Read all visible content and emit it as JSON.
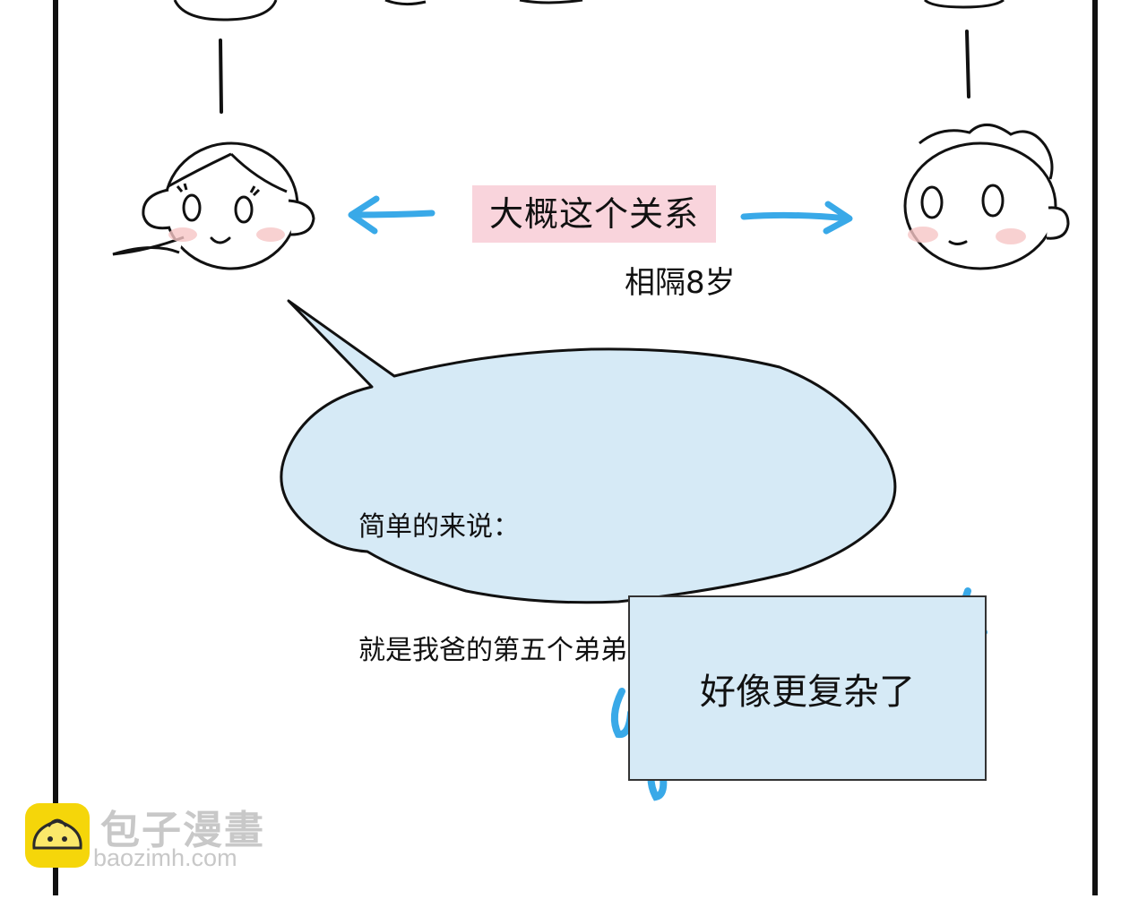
{
  "panel": {
    "relation_label": "大概这个关系",
    "age_gap": "相隔8岁",
    "speech_bubble": {
      "lines": [
        "简单的来说：",
        "就是我爸的第五个弟弟的儿子"
      ]
    },
    "caption": "好像更复杂了"
  },
  "watermark": {
    "name": "包子漫畫",
    "url": "baozimh.com"
  },
  "colors": {
    "label_bg": "#f9d4dc",
    "bubble_fill": "#d6eaf6",
    "arrow_blue": "#39a9e8",
    "blush": "#f6c6c6",
    "watermark_logo": "#f5d60a"
  }
}
